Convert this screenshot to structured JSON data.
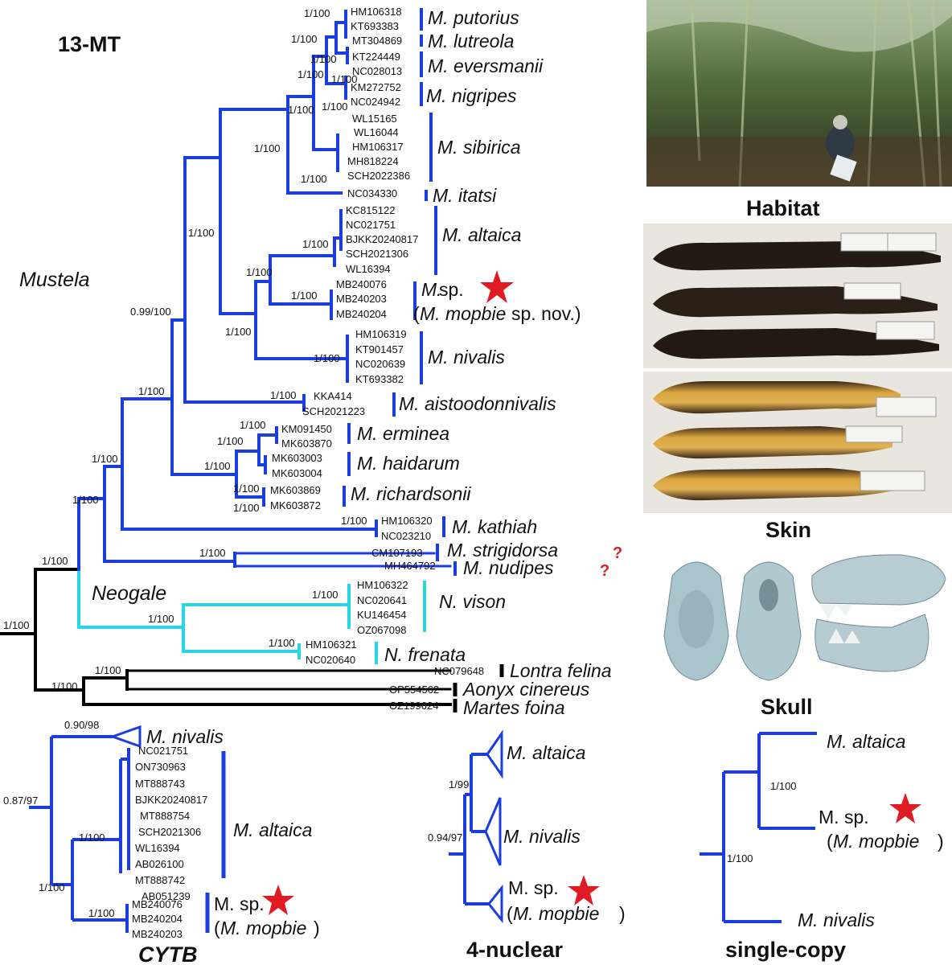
{
  "main_tree": {
    "title": "13-MT",
    "genera": {
      "mustela": "Mustela",
      "neogale": "Neogale"
    },
    "accessions": {
      "putorius": [
        "HM106318",
        "KT693383"
      ],
      "lutreola": [
        "MT304869"
      ],
      "eversmanii": [
        "KT224449",
        "NC028013"
      ],
      "nigripes": [
        "KM272752",
        "NC024942"
      ],
      "sibirica": [
        "WL15165",
        "WL16044",
        "HM106317",
        "MH818224",
        "SCH2022386"
      ],
      "itatsi": [
        "NC034330"
      ],
      "altaica": [
        "KC815122",
        "NC021751",
        "BJKK20240817",
        "SCH2021306",
        "WL16394"
      ],
      "mopbie": [
        "MB240076",
        "MB240203",
        "MB240204"
      ],
      "nivalis": [
        "HM106319",
        "KT901457",
        "NC020639",
        "KT693382"
      ],
      "aistoodonnivalis": [
        "KKA414",
        "SCH2021223"
      ],
      "erminea": [
        "KM091450",
        "MK603870"
      ],
      "haidarum": [
        "MK603003",
        "MK603004"
      ],
      "richardsonii": [
        "MK603869",
        "MK603872"
      ],
      "kathiah": [
        "HM106320",
        "NC023210"
      ],
      "strigidorsa": [
        "CM107193"
      ],
      "nudipes": [
        "MH464792"
      ],
      "vison": [
        "HM106322",
        "NC020641",
        "KU146454",
        "OZ067098"
      ],
      "frenata": [
        "HM106321",
        "NC020640"
      ],
      "lontra": [
        "NC079648"
      ],
      "aonyx": [
        "OP554562"
      ],
      "martes": [
        "OZ199624"
      ]
    },
    "species": {
      "putorius": "M. putorius",
      "lutreola": "M. lutreola",
      "eversmanii": "M. eversmanii",
      "nigripes": "M. nigripes",
      "sibirica": "M. sibirica",
      "itatsi": "M. itatsi",
      "altaica": "M. altaica",
      "msp_m": "M.",
      "msp_sp": "sp.",
      "mopbie_open": "(",
      "mopbie_name": "M. mopbie",
      "mopbie_close": " sp. nov.)",
      "nivalis": "M. nivalis",
      "aistoodonnivalis": "M. aistoodonnivalis",
      "erminea": "M. erminea",
      "haidarum": "M. haidarum",
      "richardsonii": "M. richardsonii",
      "kathiah": "M. kathiah",
      "strigidorsa": "M. strigidorsa",
      "nudipes": "M. nudipes",
      "vison": "N. vison",
      "frenata": "N. frenata",
      "lontra": "Lontra felina",
      "aonyx": "Aonyx cinereus",
      "martes": "Martes foina"
    },
    "support": {
      "s_putorius": "1/100",
      "s_lutreola": "1/100",
      "s_ever": "1/100",
      "s_nigr": "1/100",
      "s_a": "1/100",
      "s_b": "1/100",
      "s_sib": "1/100",
      "s_c": "1/100",
      "s_d": "1/100",
      "s_e": "1/100",
      "s_alt": "1/100",
      "s_f": "1/100",
      "s_mop": "1/100",
      "s_root_must": "0.99/100",
      "s_niv_grp": "1/100",
      "s_niv": "1/100",
      "s_aist": "1/100",
      "s_core": "1/100",
      "s_erm": "1/100",
      "s_erm_grp": "1/100",
      "s_hai_grp": "1/100",
      "s_ric": "1/100",
      "s_ric2": "1/100",
      "s_kath": "1/100",
      "s_mus": "1/100",
      "s_strig": "1/100",
      "s_root_mn": "1/100",
      "s_vison": "1/100",
      "s_neo": "1/100",
      "s_fren": "1/100",
      "s_root": "1/100",
      "s_out": "1/100",
      "s_out2": "1/100"
    }
  },
  "cytb_tree": {
    "title": "CYTB",
    "root_support": "0.87/97",
    "niv_support": "0.90/98",
    "alt_support": "1/100",
    "mop_support": "1/100",
    "big_support": "1/100",
    "nivalis": "M. nivalis",
    "altaica_accessions": [
      "NC021751",
      "ON730963",
      "MT888743",
      "BJKK20240817",
      "MT888754",
      "SCH2021306",
      "WL16394",
      "AB026100",
      "MT888742",
      "AB051239"
    ],
    "mopbie_accessions": [
      "MB240076",
      "MB240204",
      "MB240203"
    ],
    "altaica": "M. altaica",
    "msp": "M. sp.",
    "mopbie": "M. mopbie"
  },
  "nuclear_tree": {
    "title": "4-nuclear",
    "root_support": "0.94/97",
    "inner_support": "1/99",
    "altaica": "M. altaica",
    "nivalis": "M. nivalis",
    "msp": "M. sp.",
    "mopbie": "M. mopbie"
  },
  "single_copy_tree": {
    "title": "single-copy",
    "root_support": "1/100",
    "inner_support": "1/100",
    "altaica": "M. altaica",
    "msp": "M. sp.",
    "mopbie": "M. mopbie",
    "nivalis": "M. nivalis"
  },
  "photos": {
    "habitat": "Habitat",
    "skin": "Skin",
    "skull": "Skull"
  },
  "colors": {
    "mustela": "#1a3de0",
    "neogale": "#28d6e6",
    "outgroup": "#000000",
    "star": "#e01b24",
    "question": "#d61f26"
  },
  "icons": [
    "star-icon",
    "question-mark-icon"
  ]
}
